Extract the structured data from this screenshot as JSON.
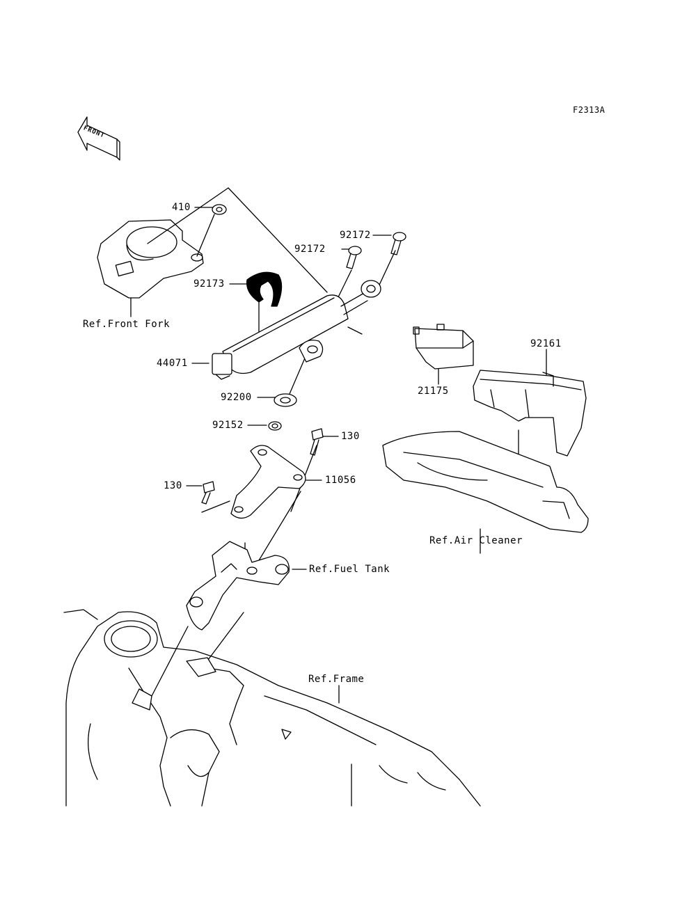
{
  "figure_code": "F2313A",
  "front_arrow": "FRONT",
  "parts": {
    "p410": "410",
    "p92172a": "92172",
    "p92172b": "92172",
    "p92173": "92173",
    "p44071": "44071",
    "p92200": "92200",
    "p92152": "92152",
    "p130a": "130",
    "p130b": "130",
    "p11056": "11056",
    "p92161": "92161",
    "p21175": "21175"
  },
  "refs": {
    "front_fork": "Ref.Front Fork",
    "air_cleaner": "Ref.Air Cleaner",
    "fuel_tank": "Ref.Fuel Tank",
    "frame": "Ref.Frame"
  }
}
